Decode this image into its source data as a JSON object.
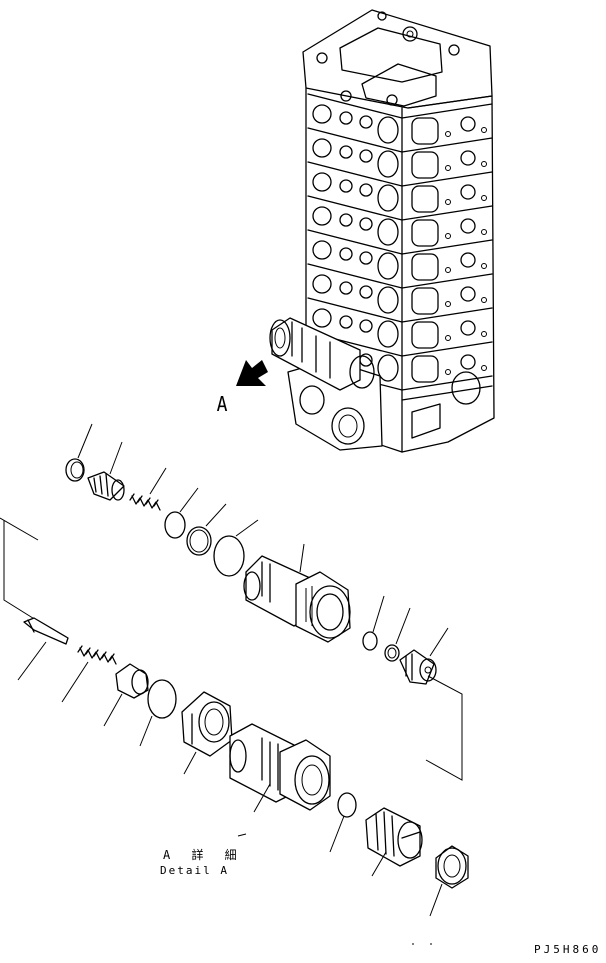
{
  "labels": {
    "view_arrow_letter": "A",
    "detail_title_jp": "A 詳 細",
    "detail_title_en": "Detail A",
    "drawing_code": "PJ5H860"
  },
  "colors": {
    "ink": "#000000",
    "paper": "#ffffff"
  },
  "icons": {
    "view_arrow": "view-direction-arrow-icon"
  }
}
